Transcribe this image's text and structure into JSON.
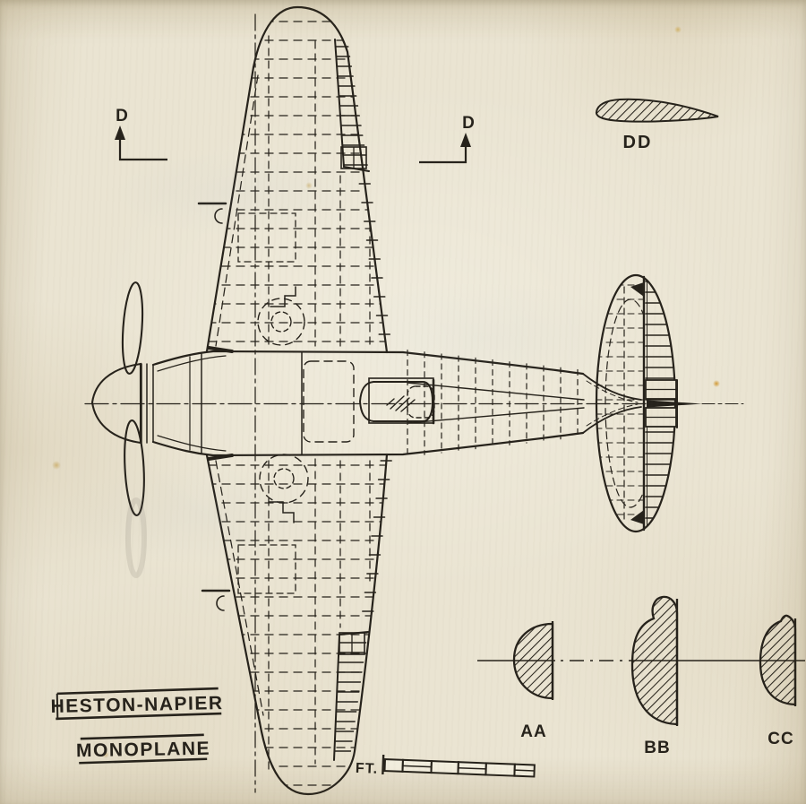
{
  "title_block": {
    "line1": "HESTON-NAPIER",
    "line2": "MONOPLANE"
  },
  "scale_bar": {
    "unit": "FT."
  },
  "sections": {
    "aa": {
      "label": "AA"
    },
    "bb": {
      "label": "BB"
    },
    "cc": {
      "label": "CC"
    },
    "dd": {
      "label": "DD"
    }
  },
  "cut_markers": {
    "left": {
      "label": "D"
    },
    "right": {
      "label": "D"
    }
  },
  "colors": {
    "paper": "#eae4d2",
    "ink": "#26221b"
  }
}
